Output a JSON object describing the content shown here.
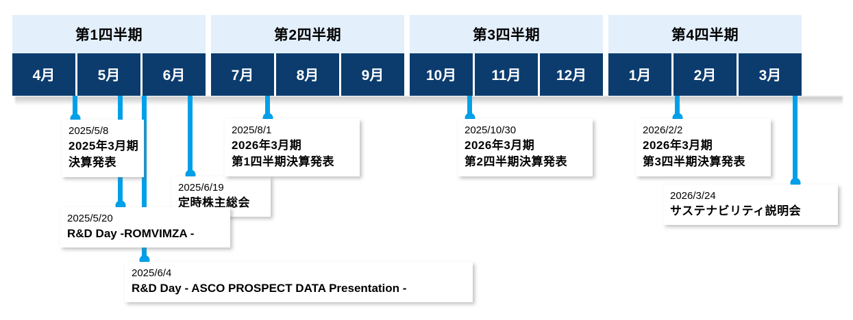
{
  "timeline": {
    "quarters": [
      {
        "label": "第1四半期",
        "months": [
          "4月",
          "5月",
          "6月"
        ]
      },
      {
        "label": "第2四半期",
        "months": [
          "7月",
          "8月",
          "9月"
        ]
      },
      {
        "label": "第3四半期",
        "months": [
          "10月",
          "11月",
          "12月"
        ]
      },
      {
        "label": "第4四半期",
        "months": [
          "1月",
          "2月",
          "3月"
        ]
      }
    ]
  },
  "colors": {
    "quarter_band": "#e3effb",
    "month_cell": "#0c3c6e",
    "connector": "#00a0e9",
    "callout_bg": "#ffffff",
    "text": "#000000"
  },
  "events": [
    {
      "id": "fy2025-full-year-results",
      "date": "2025/5/8",
      "lines": [
        "2025年3月期",
        "決算発表"
      ]
    },
    {
      "id": "rnd-day-romvimza",
      "date": "2025/5/20",
      "lines": [
        "R&D Day -ROMVIMZA -"
      ]
    },
    {
      "id": "rnd-day-asco-prospect",
      "date": "2025/6/4",
      "lines": [
        "R&D Day - ASCO PROSPECT DATA Presentation -"
      ]
    },
    {
      "id": "annual-shareholders-meeting",
      "date": "2025/6/19",
      "lines": [
        "定時株主総会"
      ]
    },
    {
      "id": "fy2026-q1-results",
      "date": "2025/8/1",
      "lines": [
        "2026年3月期",
        "第1四半期決算発表"
      ]
    },
    {
      "id": "fy2026-q2-results",
      "date": "2025/10/30",
      "lines": [
        "2026年3月期",
        "第2四半期決算発表"
      ]
    },
    {
      "id": "fy2026-q3-results",
      "date": "2026/2/2",
      "lines": [
        "2026年3月期",
        "第3四半期決算発表"
      ]
    },
    {
      "id": "sustainability-briefing",
      "date": "2026/3/24",
      "lines": [
        "サステナビリティ説明会"
      ]
    }
  ]
}
